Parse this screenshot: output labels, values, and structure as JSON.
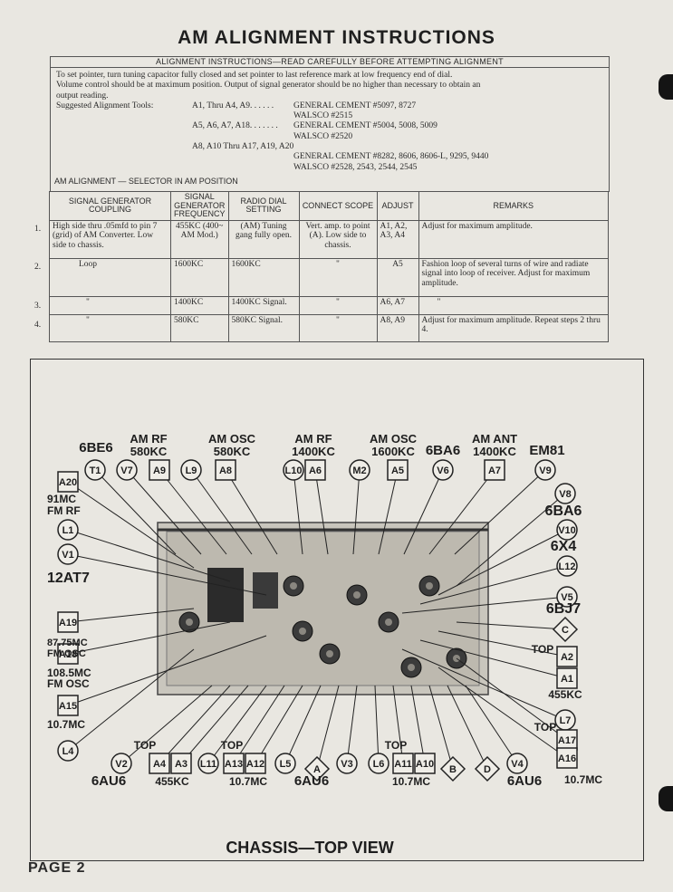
{
  "page_title": "AM ALIGNMENT INSTRUCTIONS",
  "instructions": {
    "heading": "ALIGNMENT INSTRUCTIONS—READ CAREFULLY BEFORE ATTEMPTING ALIGNMENT",
    "line1": "To set pointer, turn tuning capacitor fully closed and set pointer to last reference mark at low frequency end of dial.",
    "line2": "Volume control should be at maximum position. Output of signal generator should be no higher than necessary to obtain an",
    "line3": "output reading.",
    "tools_label": "Suggested Alignment Tools:",
    "tools": [
      {
        "range": "A1, Thru A4, A9. . . . . .",
        "maker": "GENERAL CEMENT #5097, 8727"
      },
      {
        "range": "",
        "maker": "WALSCO #2515"
      },
      {
        "range": "A5, A6, A7, A18. . . . . . .",
        "maker": "GENERAL CEMENT #5004, 5008, 5009"
      },
      {
        "range": "",
        "maker": "WALSCO #2520"
      },
      {
        "range": "A8, A10 Thru A17, A19, A20",
        "maker": ""
      },
      {
        "range": "",
        "maker": "GENERAL CEMENT #8282, 8606, 8606-L, 9295, 9440"
      },
      {
        "range": "",
        "maker": "WALSCO #2528, 2543, 2544, 2545"
      }
    ]
  },
  "section_title": "AM ALIGNMENT — SELECTOR IN AM POSITION",
  "table": {
    "headers": [
      "SIGNAL GENERATOR COUPLING",
      "SIGNAL GENERATOR FREQUENCY",
      "RADIO DIAL SETTING",
      "CONNECT SCOPE",
      "ADJUST",
      "REMARKS"
    ],
    "rows": [
      {
        "num": "1.",
        "coupling": "High side thru .05mfd to pin 7 (grid) of AM Converter. Low side to chassis.",
        "freq": "455KC (400~ AM Mod.)",
        "dial": "(AM) Tuning gang fully open.",
        "scope": "Vert. amp. to point (A). Low side to chassis.",
        "adjust": "A1, A2, A3, A4",
        "remarks": "Adjust for maximum amplitude."
      },
      {
        "num": "2.",
        "coupling": "Loop",
        "freq": "1600KC",
        "dial": "1600KC",
        "scope": "\"",
        "adjust": "A5",
        "remarks": "Fashion loop of several turns of wire and radiate signal into loop of receiver. Adjust for maximum amplitude."
      },
      {
        "num": "3.",
        "coupling": "\"",
        "freq": "1400KC",
        "dial": "1400KC Signal.",
        "scope": "\"",
        "adjust": "A6, A7",
        "remarks": "\""
      },
      {
        "num": "4.",
        "coupling": "\"",
        "freq": "580KC",
        "dial": "580KC Signal.",
        "scope": "\"",
        "adjust": "A8, A9",
        "remarks": "Adjust for maximum amplitude. Repeat steps 2 thru 4."
      }
    ]
  },
  "diagram": {
    "caption": "CHASSIS—TOP VIEW",
    "top_labels": [
      {
        "text": "6BE6"
      },
      {
        "text": "AM RF"
      },
      {
        "text": "580KC"
      },
      {
        "text": "AM OSC"
      },
      {
        "text": "580KC"
      },
      {
        "text": "AM RF"
      },
      {
        "text": "1400KC"
      },
      {
        "text": "AM OSC"
      },
      {
        "text": "1600KC"
      },
      {
        "text": "6BA6"
      },
      {
        "text": "AM ANT"
      },
      {
        "text": "1400KC"
      },
      {
        "text": "EM81"
      }
    ],
    "top_callouts": [
      "T1",
      "V7",
      "A9",
      "L9",
      "A8",
      "L10",
      "A6",
      "M2",
      "A5",
      "V6",
      "A7",
      "V9"
    ],
    "left_callouts": [
      "A20",
      "L1",
      "V1",
      "A19",
      "A18",
      "A15",
      "L4"
    ],
    "left_labels": [
      "91MC",
      "FM RF",
      "12AT7",
      "87.75MC",
      "FM OSC",
      "108.5MC",
      "FM OSC",
      "10.7MC"
    ],
    "right_callouts": [
      "V8",
      "V10",
      "L12",
      "V5",
      "C",
      "A2",
      "A1",
      "L7",
      "A17",
      "A16"
    ],
    "right_labels": [
      "6BA6",
      "6X4",
      "6BJ7",
      "TOP",
      "455KC",
      "TOP",
      "10.7MC"
    ],
    "bottom_callouts": [
      "V2",
      "A4",
      "A3",
      "L11",
      "A13",
      "A12",
      "L5",
      "A",
      "V3",
      "L6",
      "A11",
      "A10",
      "B",
      "D",
      "V4"
    ],
    "bottom_labels": [
      "TOP",
      "TOP",
      "TOP",
      "6AU6",
      "455KC",
      "10.7MC",
      "6AU6",
      "10.7MC",
      "6AU6"
    ]
  },
  "footer": "PAGE 2"
}
